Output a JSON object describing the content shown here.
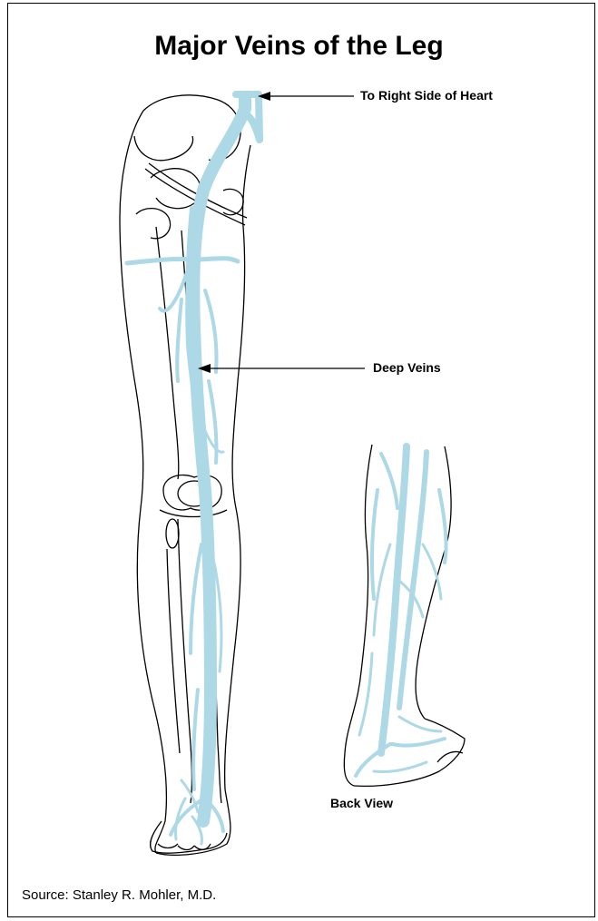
{
  "title": "Major Veins of the Leg",
  "labels": {
    "heart": "To Right Side of Heart",
    "deep": "Deep Veins",
    "back": "Back View"
  },
  "source": "Source: Stanley R. Mohler, M.D.",
  "colors": {
    "vein": "#add8e6",
    "outline": "#000000"
  }
}
